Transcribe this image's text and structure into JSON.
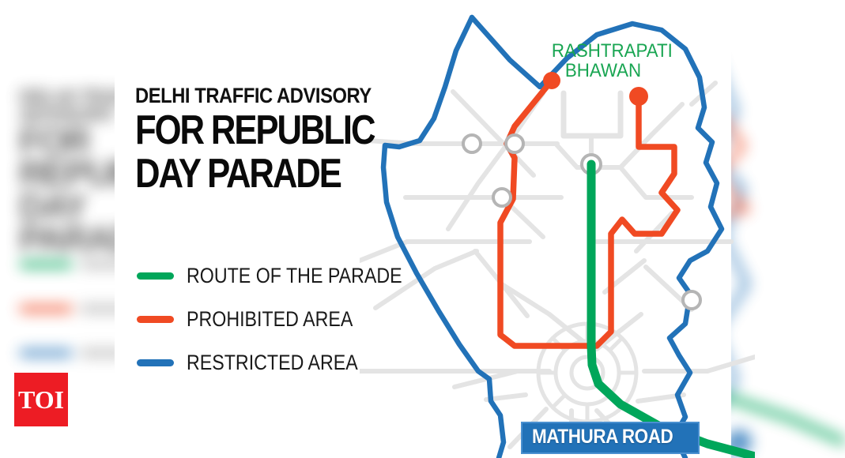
{
  "headline": {
    "kicker": "DELHI TRAFFIC ADVISORY",
    "line1": "FOR REPUBLIC",
    "line2": "DAY PARADE"
  },
  "legend": {
    "items": [
      {
        "label": "ROUTE OF THE PARADE",
        "color": "#00a65a",
        "key": "parade-route"
      },
      {
        "label": "PROHIBITED AREA",
        "color": "#f04a23",
        "key": "prohibited-area"
      },
      {
        "label": "RESTRICTED AREA",
        "color": "#2272b8",
        "key": "restricted-area"
      }
    ]
  },
  "map": {
    "landmark_label_line1": "RASHTRAPATI",
    "landmark_label_line2": "BHAWAN",
    "road_badge": "MATHURA ROAD",
    "colors": {
      "parade_route": "#00a65a",
      "prohibited": "#f04a23",
      "restricted": "#2272b8",
      "road_network": "#e2e2e2",
      "node_stroke": "#b5b5b5",
      "badge_fill": "#2272b8",
      "badge_border": "#4a90d0",
      "landmark_text": "#19a552"
    }
  },
  "branding": {
    "logo_text": "TOI",
    "logo_color": "#ed1c24"
  }
}
